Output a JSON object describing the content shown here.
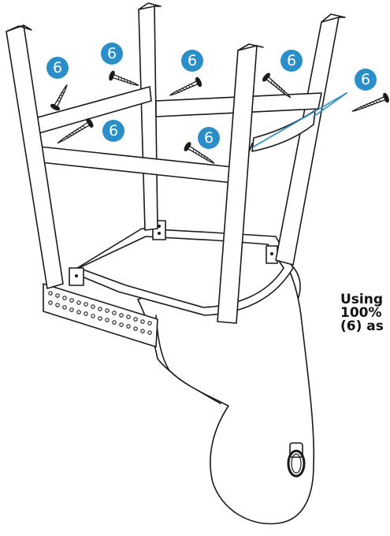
{
  "badge_color": "#2a8fc9",
  "leader_color": "#2a8fc9",
  "line_color": "#1a1a1a",
  "screw_part_label": "6",
  "instruction": {
    "line1": "Using",
    "line2": "100%",
    "line3": "(6) as"
  }
}
